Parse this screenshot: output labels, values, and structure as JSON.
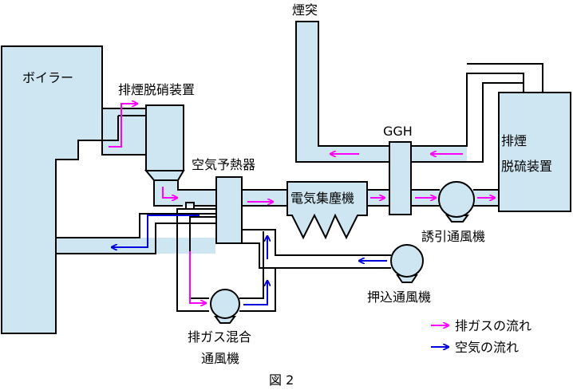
{
  "labels": {
    "boiler": "ボイラー",
    "denox": "排煙脱硝装置",
    "stack": "煙突",
    "ggh": "GGH",
    "fgd_line1": "排煙",
    "fgd_line2": "脱硫装置",
    "air_preheater": "空気予熱器",
    "esp": "電気集塵機",
    "idf": "誘引通風機",
    "fdf": "押込通風機",
    "gmf_line1": "排ガス混合",
    "gmf_line2": "通風機"
  },
  "legend": {
    "exhaust": "排ガスの流れ",
    "air": "空気の流れ"
  },
  "caption": "図 2",
  "colors": {
    "exhaust_arrow": "#ff00ff",
    "air_arrow": "#0000dd",
    "equipment_fill": "#cde6f2"
  }
}
